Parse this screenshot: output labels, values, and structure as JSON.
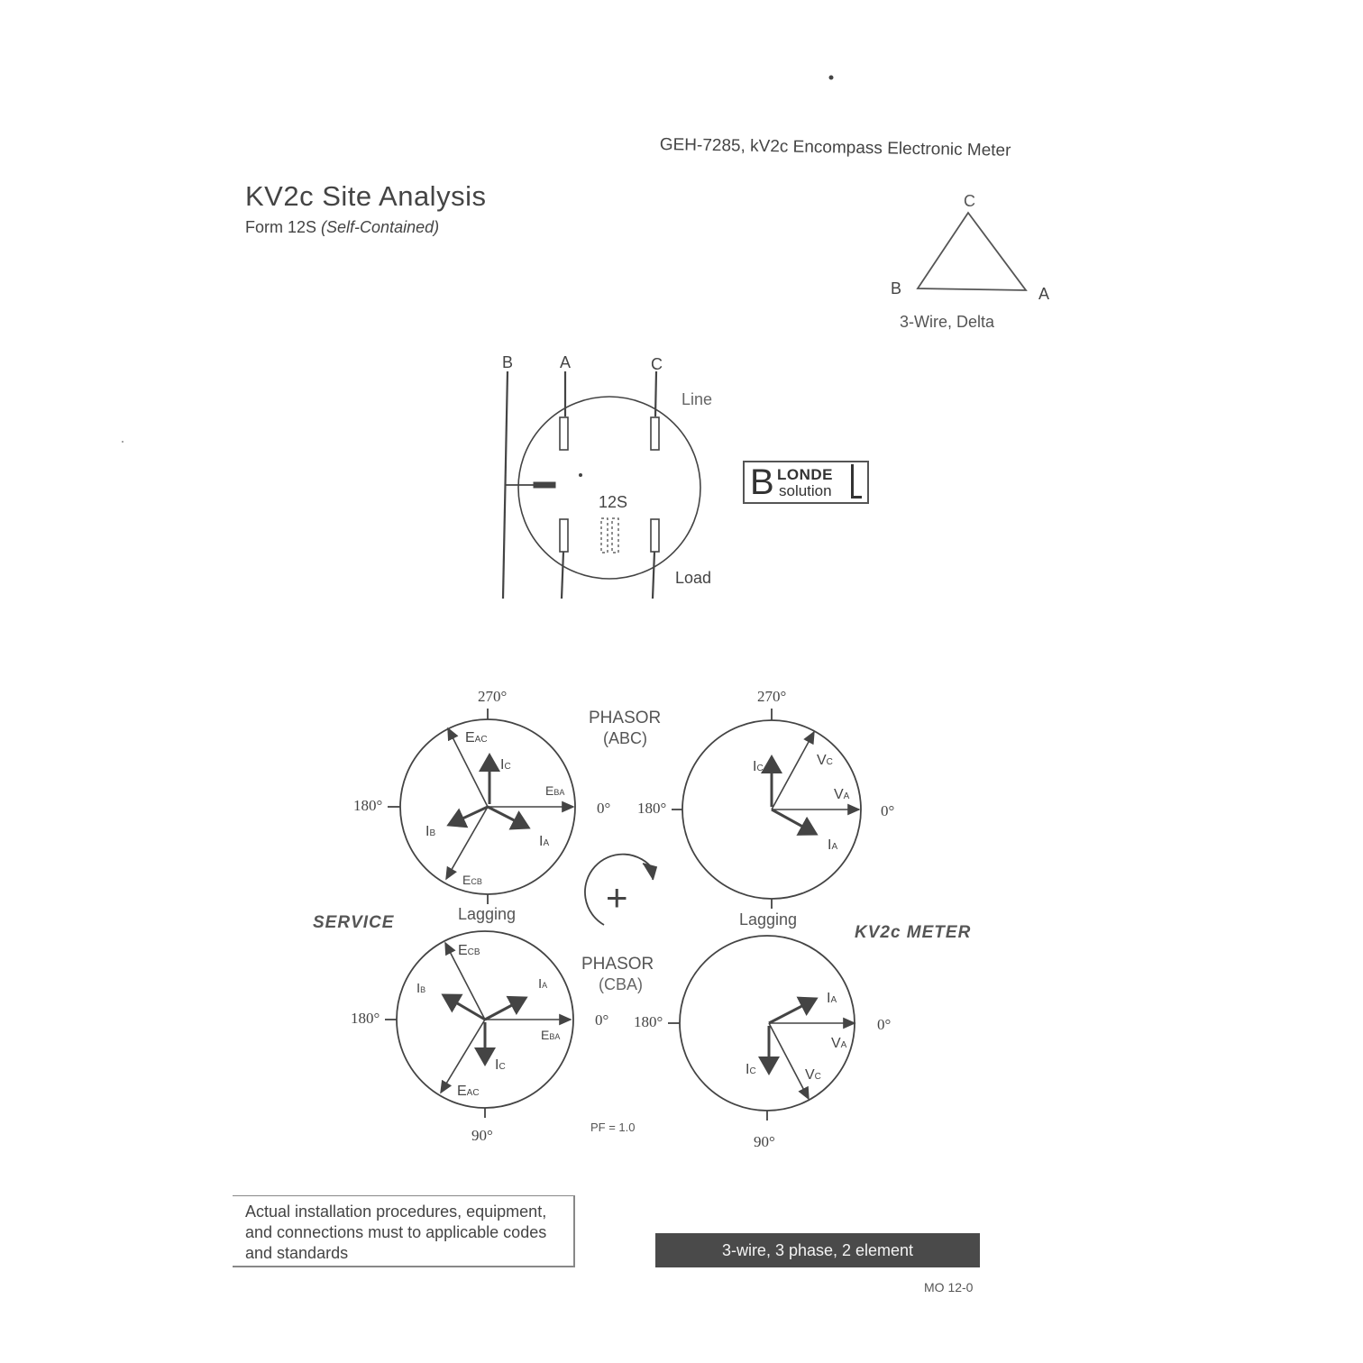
{
  "header": {
    "doc_title": "GEH-7285, kV2c Encompass Electronic Meter"
  },
  "page": {
    "title": "KV2c  Site Analysis",
    "subtitle_form": "Form 12S",
    "subtitle_note": "(Self-Contained)"
  },
  "delta": {
    "vertex_c": "C",
    "vertex_b": "B",
    "vertex_a": "A",
    "caption": "3-Wire, Delta"
  },
  "meter_base": {
    "phase_b": "B",
    "phase_a": "A",
    "phase_c": "C",
    "line_label": "Line",
    "load_label": "Load",
    "form_label": "12S"
  },
  "logo": {
    "big_letter": "B",
    "line1": "LONDE",
    "line2": "solution"
  },
  "phasor": {
    "abc_label": "PHASOR",
    "abc_seq": "(ABC)",
    "cba_label": "PHASOR",
    "cba_seq": "(CBA)",
    "deg_270": "270°",
    "deg_180": "180°",
    "deg_0": "0°",
    "deg_90": "90°",
    "lagging": "Lagging",
    "service_label": "SERVICE",
    "meter_label": "KV2c  METER",
    "pf_note": "PF = 1.0",
    "rotation_symbol": "+",
    "vectors": {
      "E": "E",
      "I": "I",
      "V": "V",
      "AC": "AC",
      "BA": "BA",
      "CB": "CB",
      "A": "A",
      "B": "B",
      "C": "C"
    }
  },
  "notice": {
    "text": "Actual installation procedures, equipment, and connections must to applicable codes and standards"
  },
  "banner": {
    "text": "3-wire, 3 phase, 2 element"
  },
  "footer": {
    "code": "MO 12-0"
  }
}
